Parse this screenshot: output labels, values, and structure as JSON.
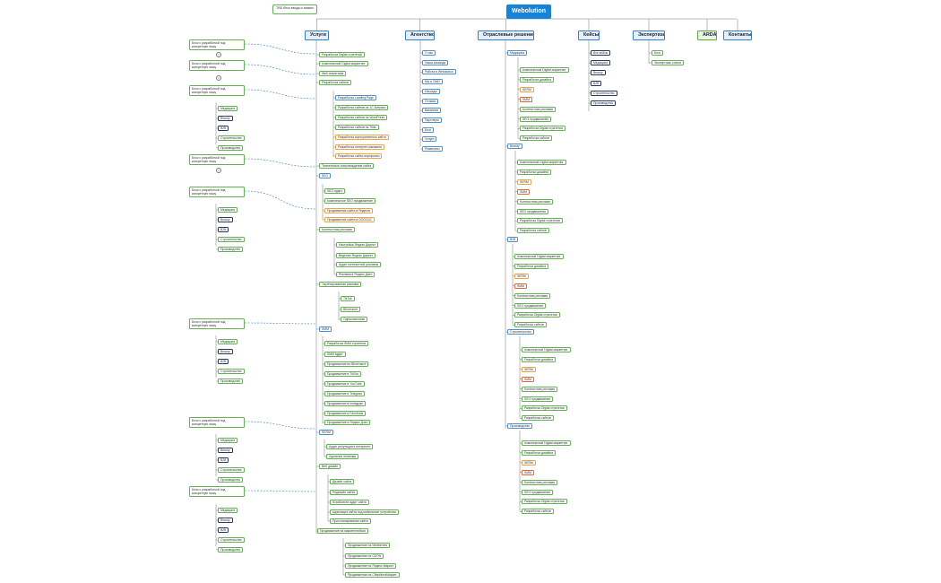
{
  "root": "Webolution",
  "note": "TBD блок ввода и заявки",
  "top": [
    "Услуги",
    "Агентство",
    "Отраслевые решения",
    "Кейсы",
    "Экспертиза",
    "ARDA",
    "Контакты"
  ],
  "uslugi": [
    "Разработка Digital стратегий",
    "Комплексный Digital маркетинг",
    "Web аналитика",
    "Разработка сайтов",
    "Разработка Landing Page",
    "Разработка сайтов на 1С-Битрикс",
    "Разработка сайтов на WordPress",
    "Разработка сайтов на Tilda",
    "Разработка корпоративного сайта",
    "Разработка интернет-магазина",
    "Разработка сайта-портфолио",
    "Техническое сопровождение сайта",
    "SEO",
    "SEO аудит",
    "Комплексное SEO продвижение",
    "Продвижение сайта в Яндексе",
    "Продвижение сайта в GOOGLE",
    "Контекстная реклама",
    "Настройка Яндекс Директ",
    "Ведение Яндекс Директ",
    "Аудит контекстной рекламы",
    "Реклама в Яндекс Дзен",
    "Таргетированная реклама",
    "TikTok",
    "ВКонтакте",
    "Одноклассники",
    "SMM",
    "Разработка SMM стратегии",
    "SMM аудит",
    "Продвижение во ВКонтакте",
    "Продвижение в TikTok",
    "Продвижение в YouTube",
    "Продвижение в Telegram",
    "Продвижение в Instagram",
    "Продвижение в Facebook",
    "Продвижение в Яндекс Дзен",
    "SERM",
    "Аудит репутации в интернете",
    "Удаление негатива",
    "Веб дизайн",
    "Дизайн сайта",
    "Редизайн сайта",
    "Юзабилити аудит сайта",
    "Адаптация сайта под мобильные устройства",
    "Прототипирование сайта",
    "Продвижение на маркетплейсах",
    "Продвижение на Wildberries",
    "Продвижение на OZON",
    "Продвижение на Яндекс Маркет",
    "Продвижение на СберМегаМаркет"
  ],
  "left_card": "Блок с разработкой под конкретную нишу",
  "sectors": [
    "Медицина",
    "Beauty",
    "B2B",
    "Строительство",
    "Производство"
  ],
  "agency": [
    "О нас",
    "Наша команда",
    "Работа в Webolution",
    "Мы в СМИ",
    "Награды",
    "Отзывы",
    "Вакансии",
    "Партнёры",
    "Блог",
    "Услуги",
    "Реквизиты"
  ],
  "otrasl_groups": [
    "Медицина",
    "Beauty",
    "B2B",
    "Строительство",
    "Производство"
  ],
  "otrasl_items": [
    "Комплексный Digital маркетинг",
    "Разработка дизайна",
    "SERM",
    "SMM",
    "Контекстная реклама",
    "SEO продвижение",
    "Разработка Digital стратегии",
    "Разработка сайтов"
  ],
  "cases": [
    "Все кейсы",
    "Медицина",
    "Beauty",
    "B2B",
    "Строительство",
    "Производство"
  ],
  "expertise": [
    "Блог",
    "Экспертные статьи"
  ]
}
